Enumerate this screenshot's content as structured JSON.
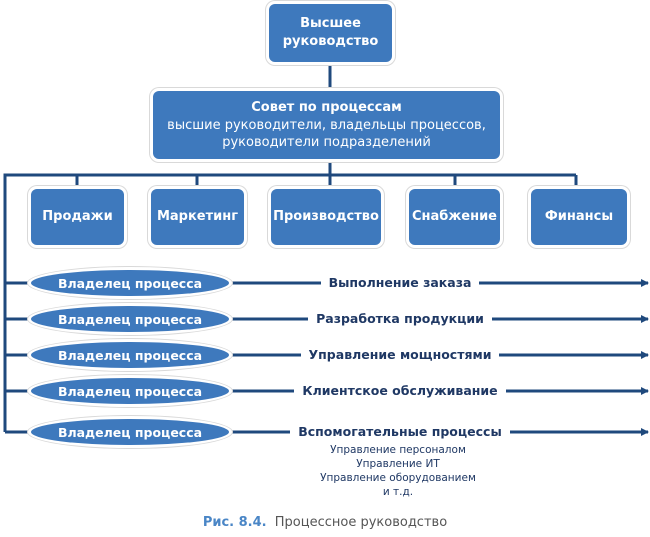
{
  "colors": {
    "box_fill": "#3e79bd",
    "connector": "#1f497d",
    "label_text": "#1f3864",
    "caption_prefix": "#4a86c6",
    "caption_text": "#555555"
  },
  "top_management": {
    "line1": "Высшее",
    "line2": "руководство"
  },
  "process_council": {
    "title": "Совет по процессам",
    "line2": "высшие руководители, владельцы процессов,",
    "line3": "руководители подразделений"
  },
  "departments": [
    {
      "label": "Продажи"
    },
    {
      "label": "Маркетинг"
    },
    {
      "label": "Производство"
    },
    {
      "label": "Снабжение"
    },
    {
      "label": "Финансы"
    }
  ],
  "process_rows": [
    {
      "owner": "Владелец процесса",
      "process": "Выполнение заказа"
    },
    {
      "owner": "Владелец процесса",
      "process": "Разработка продукции"
    },
    {
      "owner": "Владелец процесса",
      "process": "Управление мощностями"
    },
    {
      "owner": "Владелец процесса",
      "process": "Клиентское обслуживание"
    },
    {
      "owner": "Владелец процесса",
      "process": "Вспомогательные процессы"
    }
  ],
  "support_processes": [
    "Управление персоналом",
    "Управление ИТ",
    "Управление оборудованием",
    "и т.д."
  ],
  "caption": {
    "prefix": "Рис. 8.4.",
    "text": "Процессное руководство"
  }
}
